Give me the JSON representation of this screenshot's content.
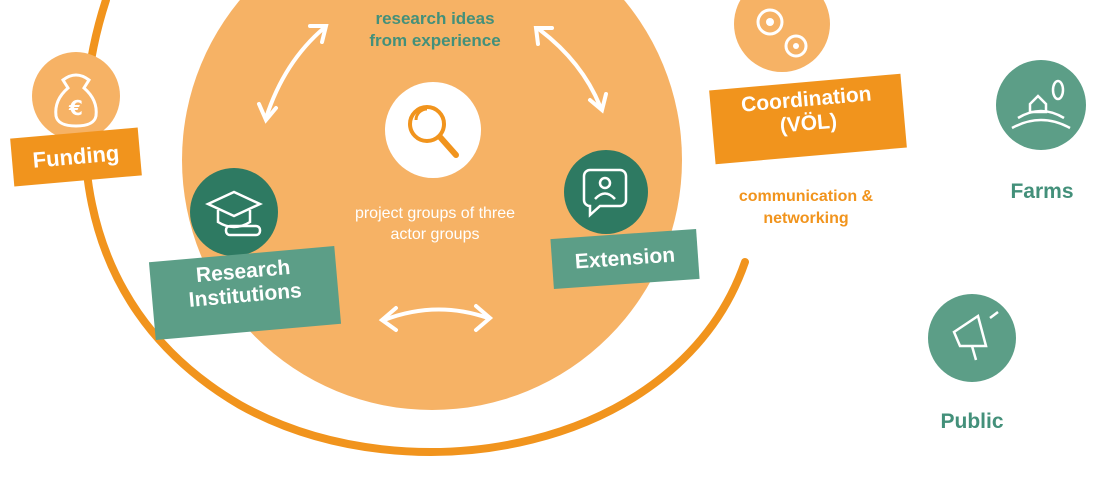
{
  "center": {
    "top_text": [
      "research ideas",
      "from experience"
    ],
    "middle_text": [
      "project groups of three",
      "actor groups"
    ]
  },
  "nodes": {
    "funding": "Funding",
    "research": [
      "Research",
      "Institutions"
    ],
    "extension": "Extension",
    "coordination": [
      "Coordination",
      "(VÖL)"
    ],
    "coordination_note": [
      "communication &",
      "networking"
    ],
    "farms": "Farms",
    "public": "Public"
  },
  "icons": {
    "funding": "money-bag-euro-icon",
    "research": "graduation-cap-diploma-icon",
    "center": "magnifier-icon",
    "extension": "speech-bubble-person-icon",
    "coordination": "gears-icon",
    "farms": "farm-landscape-icon",
    "public": "megaphone-icon"
  },
  "colors": {
    "orange": "#f1941d",
    "light_orange": "#f6b265",
    "teal_dark": "#2e7a62",
    "teal": "#5c9e87",
    "teal_text": "#43907a"
  }
}
